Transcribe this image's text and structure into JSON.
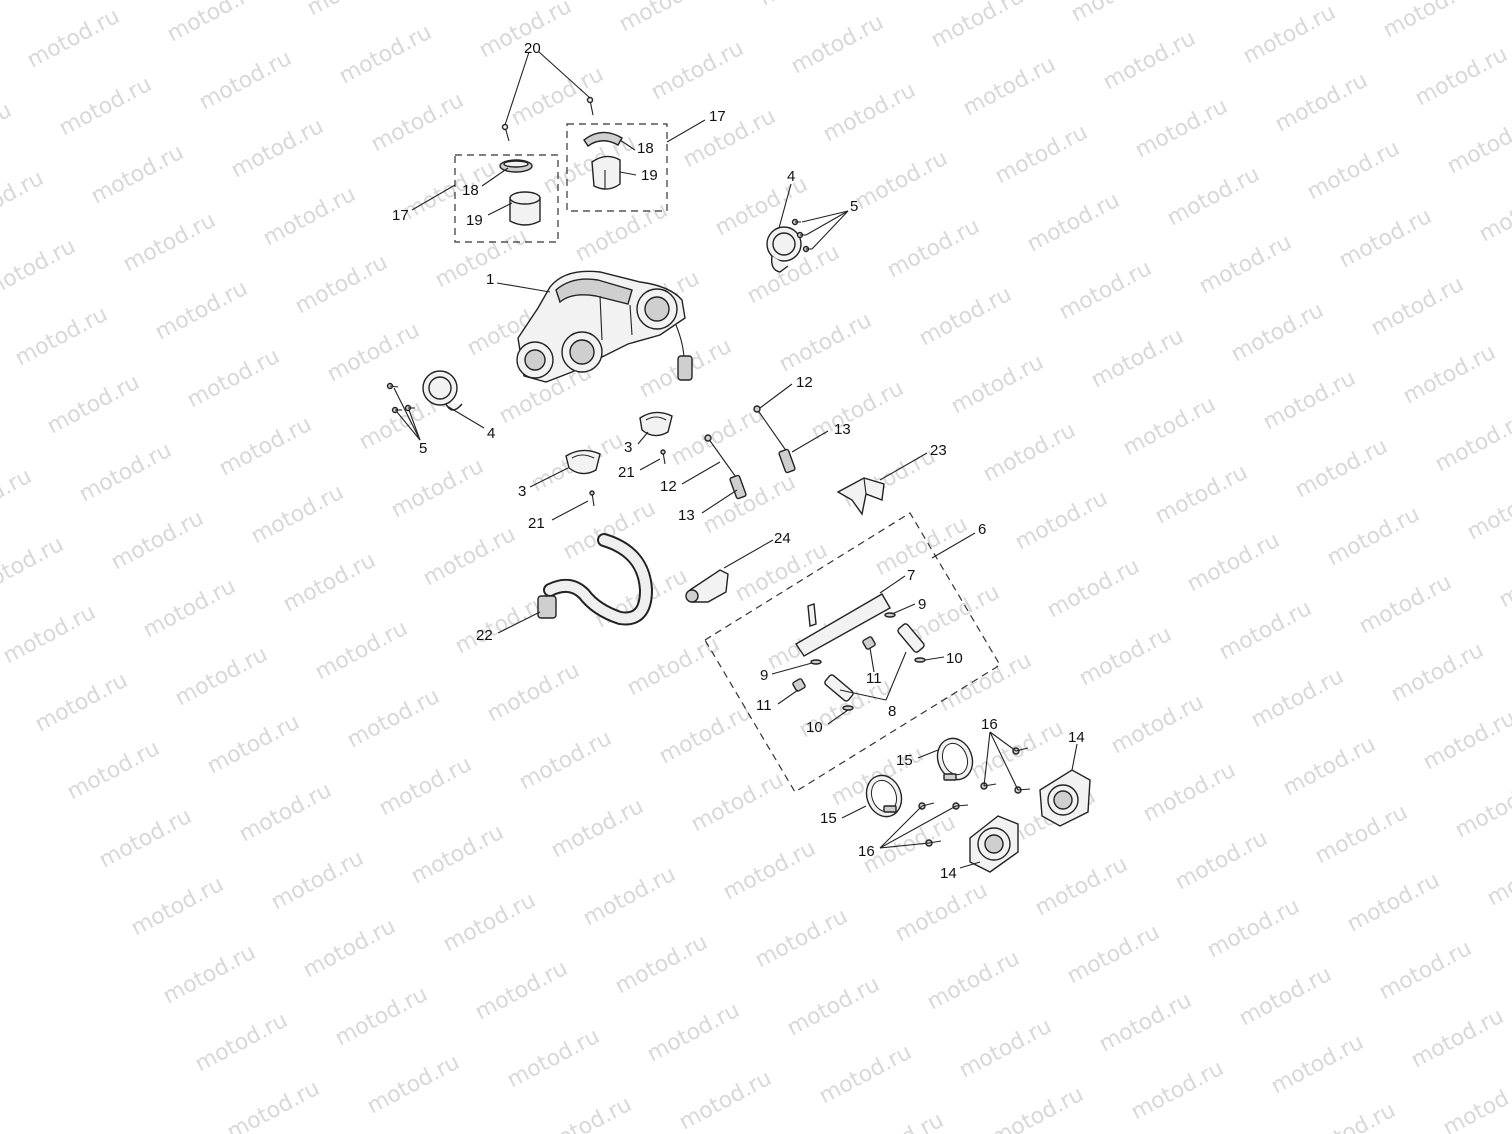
{
  "watermark": "motod.ru",
  "callouts": {
    "c1": "1",
    "c3a": "3",
    "c3b": "3",
    "c4a": "4",
    "c4b": "4",
    "c5a": "5",
    "c5b": "5",
    "c6": "6",
    "c7": "7",
    "c8": "8",
    "c9a": "9",
    "c9b": "9",
    "c10a": "10",
    "c10b": "10",
    "c11a": "11",
    "c11b": "11",
    "c12a": "12",
    "c12b": "12",
    "c13a": "13",
    "c13b": "13",
    "c14a": "14",
    "c14b": "14",
    "c15a": "15",
    "c15b": "15",
    "c16a": "16",
    "c16b": "16",
    "c17a": "17",
    "c17b": "17",
    "c18a": "18",
    "c18b": "18",
    "c19a": "19",
    "c19b": "19",
    "c20": "20",
    "c21a": "21",
    "c21b": "21",
    "c22": "22",
    "c23": "23",
    "c24": "24"
  }
}
